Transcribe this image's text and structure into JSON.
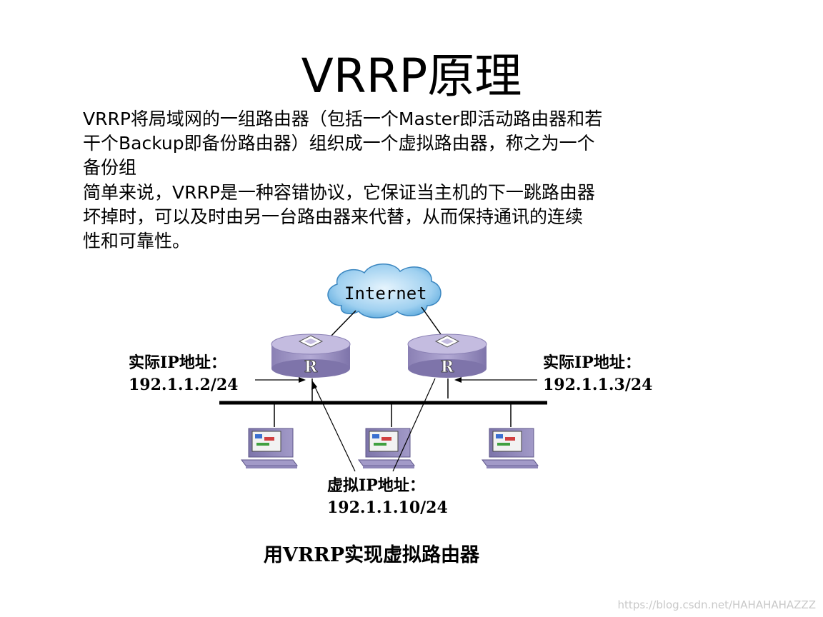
{
  "slide": {
    "title": "VRRP原理",
    "bullets": [
      {
        "lines": [
          "VRRP将局域网的一组路由器（包括一个Master即活动路由器和若",
          "干个Backup即备份路由器）组织成一个虚拟路由器，称之为一个",
          "备份组"
        ]
      },
      {
        "lines": [
          "简单来说，VRRP是一种容错协议，它保证当主机的下一跳路由器",
          "坏掉时，可以及时由另一台路由器来代替，从而保持通讯的连续",
          "性和可靠性。"
        ]
      }
    ]
  },
  "diagram": {
    "cloud_label": "Internet",
    "router_letter": "R",
    "left_label": {
      "line1": "实际IP地址：",
      "line2": "192.1.1.2/24"
    },
    "right_label": {
      "line1": "实际IP地址：",
      "line2": "192.1.1.3/24"
    },
    "virtual_label": {
      "line1": "虚拟IP地址：",
      "line2": "192.1.1.10/24"
    },
    "caption": "用VRRP实现虚拟路由器",
    "colors": {
      "cloud_fill": "#9fd0f0",
      "router_body": "#9a8fc0",
      "router_top": "#c4bce0",
      "computer_body": "#8e86b8",
      "screen": "#f2f2f2"
    }
  },
  "watermark": "https://blog.csdn.net/HAHAHAHAZZZ"
}
